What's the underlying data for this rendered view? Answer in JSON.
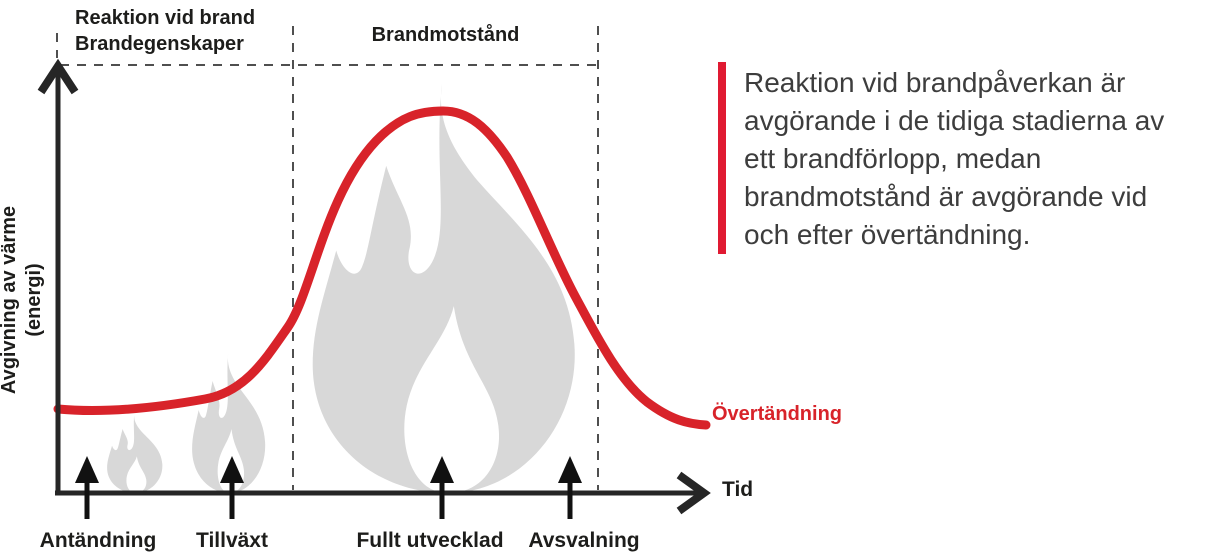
{
  "diagram": {
    "section_left_label": "Reaktion vid brand\nBrandegenskaper",
    "section_middle_label": "Brandmotstånd",
    "y_axis_label": "Avgivning av värme\n(energi)",
    "x_axis_label": "Tid",
    "flashover_label": "Övertändning",
    "phases": [
      {
        "label": "Antändning"
      },
      {
        "label": "Tillväxt"
      },
      {
        "label": "Fullt utvecklad"
      },
      {
        "label": "Avsvalning"
      }
    ],
    "curve_description": "Bell-shaped heat release curve: low at ignition, grows through Tillväxt, peaks at Fullt utvecklad, decays at Avsvalning, levels off at Övertändning"
  },
  "callout": {
    "text": "Reaktion vid brandpåverkan är\navgörande i de tidiga stadierna av\nett brandförlopp, medan\nbrandmotstånd är avgörande vid\noch efter övertändning."
  },
  "icons": {
    "flame": "flame-icon"
  },
  "colors": {
    "curve_red": "#d8232a",
    "accent_bar_red": "#e01a32",
    "flame_gray": "#d8d8d8",
    "axis_black": "#262626",
    "label_black": "#1d1d1b",
    "paragraph_gray": "#3d3d3d",
    "dash_gray": "#4f4f4f"
  }
}
